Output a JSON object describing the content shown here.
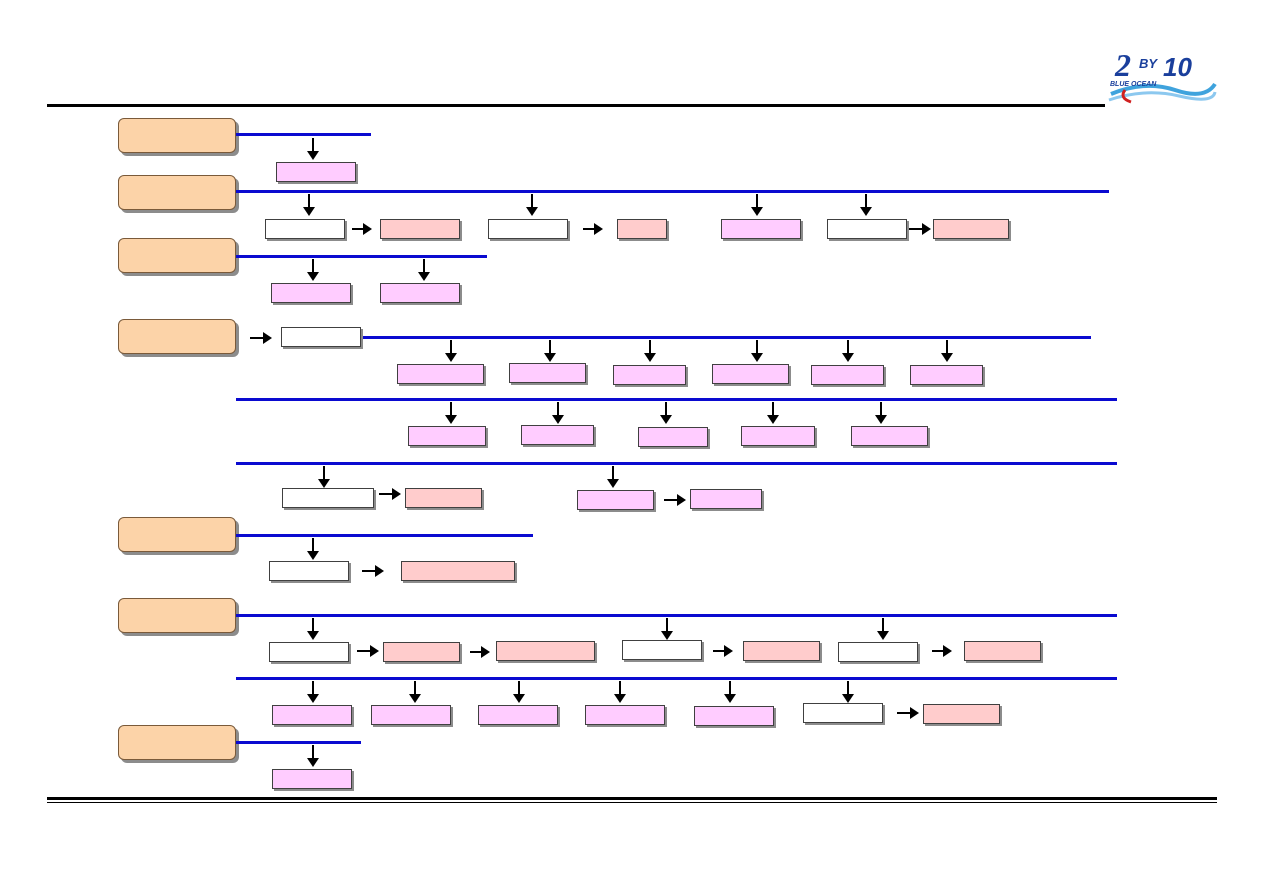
{
  "logo": {
    "main_number": "2",
    "by_text": "BY",
    "ten_text": "10",
    "tagline": "BLUE OCEAN",
    "colors": {
      "blue": "#1a3f9c",
      "red": "#d02020",
      "wave": "#3fa3dd"
    }
  },
  "colors": {
    "category_fill": "#fcd3a8",
    "connector_line": "#0a0ad0",
    "box_white": "#ffffff",
    "box_pink": "#ffccff",
    "box_salmon": "#ffcccc"
  },
  "categories": [
    "",
    "",
    "",
    "",
    "",
    "",
    ""
  ],
  "boxes": []
}
